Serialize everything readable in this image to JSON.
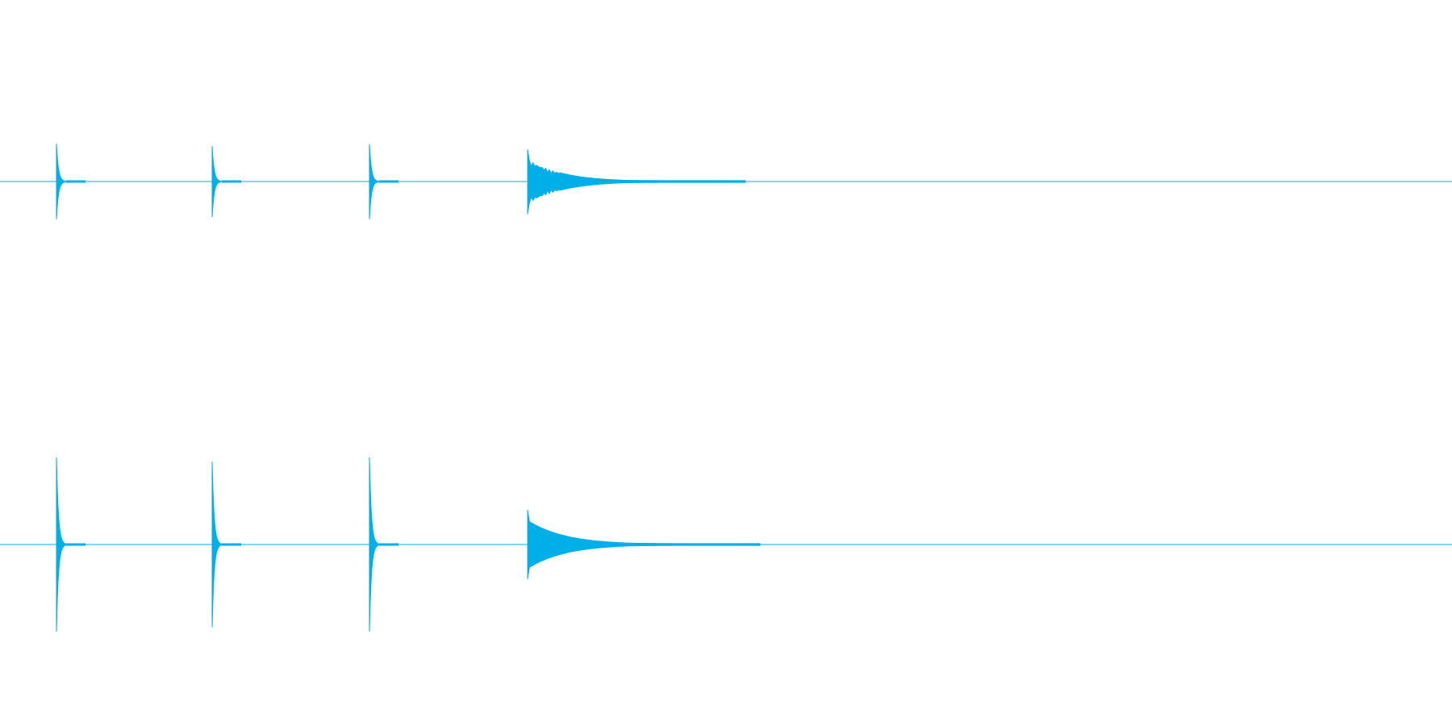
{
  "waveform": {
    "color": "#00aee8",
    "channels": [
      {
        "events": [
          {
            "type": "click",
            "peak_up": 0.78,
            "peak_down": 0.78
          },
          {
            "type": "click",
            "peak_up": 0.73,
            "peak_down": 0.74
          },
          {
            "type": "click",
            "peak_up": 0.77,
            "peak_down": 0.78
          },
          {
            "type": "ring",
            "peak_up": 0.67,
            "peak_down": 0.68
          }
        ]
      },
      {
        "events": [
          {
            "type": "click",
            "peak_up": 1.0,
            "peak_down": 1.0
          },
          {
            "type": "click",
            "peak_up": 0.95,
            "peak_down": 0.95
          },
          {
            "type": "click",
            "peak_up": 1.0,
            "peak_down": 1.0
          },
          {
            "type": "ring",
            "peak_up": 0.4,
            "peak_down": 0.4
          }
        ]
      }
    ]
  }
}
